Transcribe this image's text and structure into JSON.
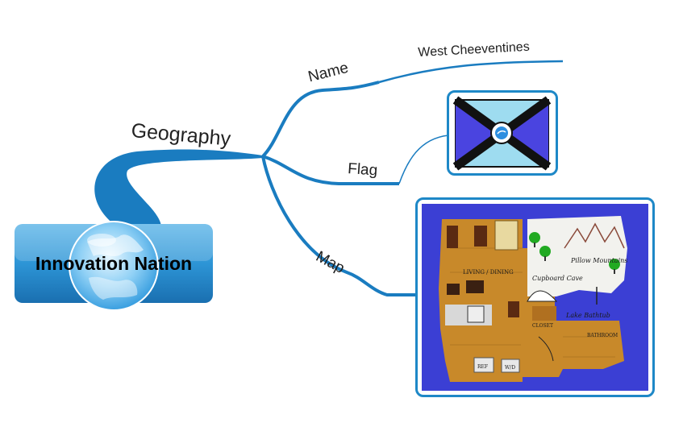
{
  "central_topic": "Innovation Nation",
  "branch": "Geography",
  "subtopics": {
    "name": "Name",
    "name_value": "West Cheeventines",
    "flag": "Flag",
    "map": "Map"
  },
  "colors": {
    "branch_blue": "#1a7cc0",
    "frame_blue": "#1e88c7",
    "flag_light_blue": "#9edcf0",
    "flag_purple": "#4a44e0",
    "map_background": "#3b3fd4"
  },
  "map_labels": {
    "living_dining": "LIVING / DINING",
    "pillow_mountains": "Pillow Mountains",
    "cupboard_cave": "Cupboard Cave",
    "lake_bathtub": "Lake Bathtub",
    "closet": "CLOSET",
    "bathroom": "BATHROOM",
    "ref": "REF",
    "wd": "W/D"
  },
  "icons": {
    "central": "globe-icon"
  }
}
